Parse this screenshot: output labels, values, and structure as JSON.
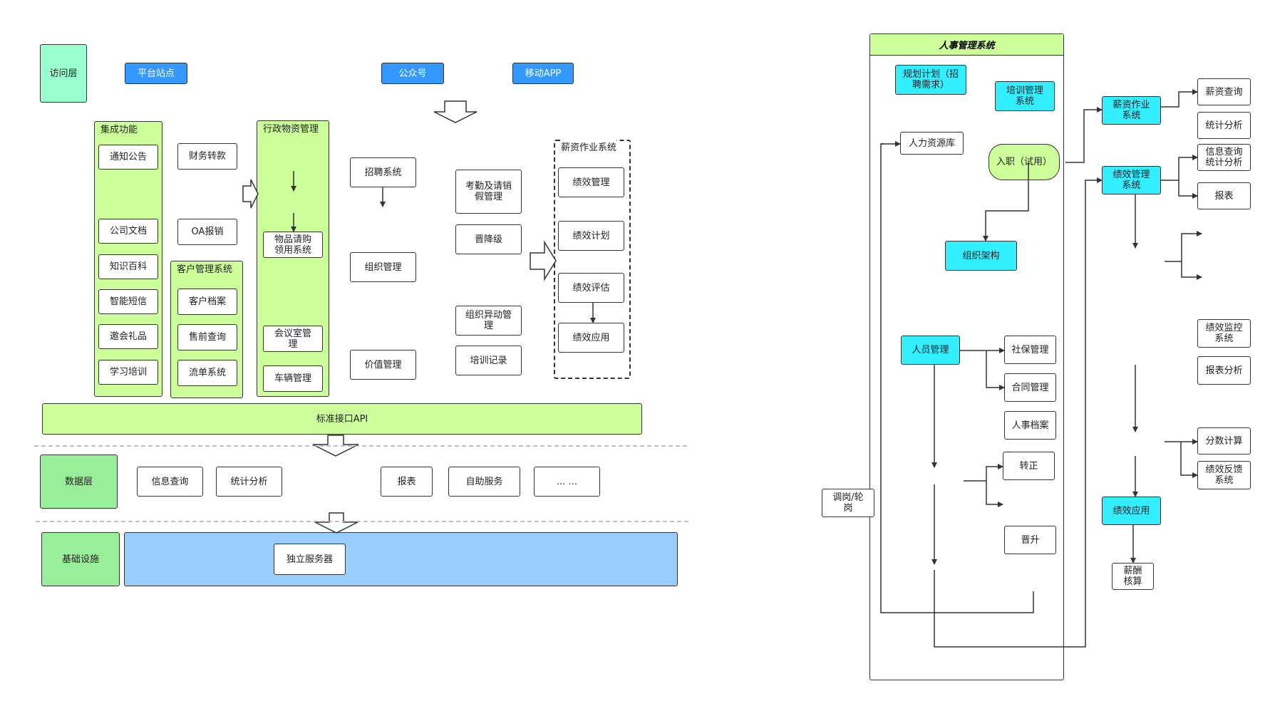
{
  "left": {
    "access_layer": "访问层",
    "platform_site": "平台站点",
    "official_account": "公众号",
    "mobile_app": "移动APP",
    "integration": {
      "title": "集成功能",
      "items": [
        "通知公告",
        "公司文档",
        "知识百科",
        "智能短信",
        "邀会礼品",
        "学习培训"
      ]
    },
    "finance_transfer": "财务转款",
    "oa_reimburse": "OA报销",
    "crm": {
      "title": "客户管理系统",
      "items": [
        "客户档案",
        "售前查询",
        "流单系统"
      ]
    },
    "admin": {
      "title": "行政物资管理",
      "items": [
        "物品请购\n领用系统",
        "会议室管\n理",
        "车辆管理"
      ]
    },
    "recruit": "招聘系统",
    "org_manage": "组织管理",
    "value_manage": "价值管理",
    "attendance": "考勤及请销\n假管理",
    "promotion": "晋降级",
    "org_change": "组织异动管\n理",
    "training_record": "培训记录",
    "salary_system": {
      "title": "薪资作业系统",
      "items": [
        "绩效管理",
        "绩效计划",
        "绩效评估",
        "绩效应用"
      ]
    },
    "api": "标准接口API",
    "data_layer": "数据层",
    "data_items": [
      "信息查询",
      "统计分析",
      "报表",
      "自助服务",
      "... ..."
    ],
    "infra": "基础设施",
    "server": "独立服务器"
  },
  "right": {
    "title": "人事管理系统",
    "plan": "规划计划（招\n聘需求）",
    "training_system": "培训管理\n系统",
    "hr_db": "人力资源库",
    "onboard": "入职（试用）",
    "org_structure": "组织架构",
    "staff_manage": "人员管理",
    "social_security": "社保管理",
    "contract": "合同管理",
    "personnel_file": "人事档案",
    "regularize": "转正",
    "promote": "晋升",
    "transfer": "调岗/轮\n岗",
    "salary_work": "薪资作业\n系统",
    "salary_query": "薪资查询",
    "stats": "统计分析",
    "perf_system": "绩效管理\n系统",
    "info_stats": "信息查询\n统计分析",
    "report": "报表",
    "perf_monitor": "绩效监控\n系统",
    "report_analysis": "报表分析",
    "score_calc": "分数计算",
    "perf_feedback": "绩效反馈\n系统",
    "perf_apply": "绩效应用",
    "pay_calc": "薪酬\n核算"
  }
}
